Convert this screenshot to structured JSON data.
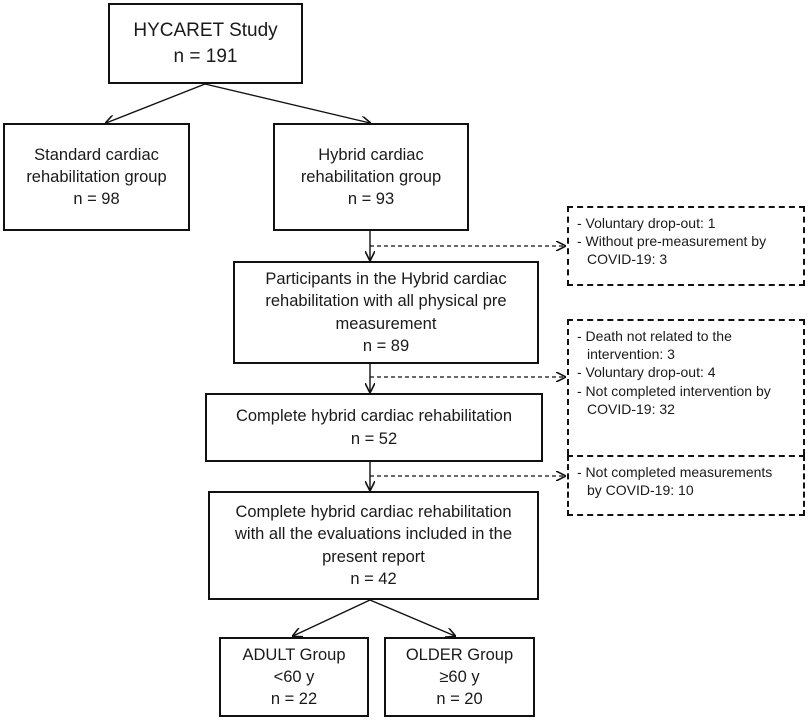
{
  "study": {
    "title": "HYCARET Study",
    "n": "n = 191"
  },
  "standard_group": {
    "lines": [
      "Standard cardiac",
      "rehabilitation group"
    ],
    "n": "n = 98"
  },
  "hybrid_group": {
    "lines": [
      "Hybrid cardiac",
      "rehabilitation group"
    ],
    "n": "n = 93"
  },
  "pre_measurement": {
    "lines": [
      "Participants in the Hybrid cardiac",
      "rehabilitation with all physical pre",
      "measurement"
    ],
    "n": "n = 89"
  },
  "complete_rehab": {
    "lines": [
      "Complete hybrid cardiac rehabilitation"
    ],
    "n": "n = 52"
  },
  "complete_evaluations": {
    "lines": [
      "Complete hybrid cardiac rehabilitation",
      "with all the evaluations included in the",
      "present report"
    ],
    "n": "n = 42"
  },
  "adult_group": {
    "lines": [
      "ADULT Group",
      "<60 y"
    ],
    "n": "n = 22"
  },
  "older_group": {
    "lines": [
      "OLDER Group",
      "≥60 y"
    ],
    "n": "n = 20"
  },
  "exclusions_1": {
    "lines": [
      "- Voluntary drop-out: 1",
      "- Without pre-measurement by",
      "COVID-19: 3"
    ]
  },
  "exclusions_2": {
    "lines": [
      "- Death not related to the",
      "intervention: 3",
      "- Voluntary drop-out: 4",
      "- Not completed intervention by",
      "COVID-19: 32"
    ]
  },
  "exclusions_3": {
    "lines": [
      "- Not completed measurements",
      "by COVID-19: 10"
    ]
  }
}
